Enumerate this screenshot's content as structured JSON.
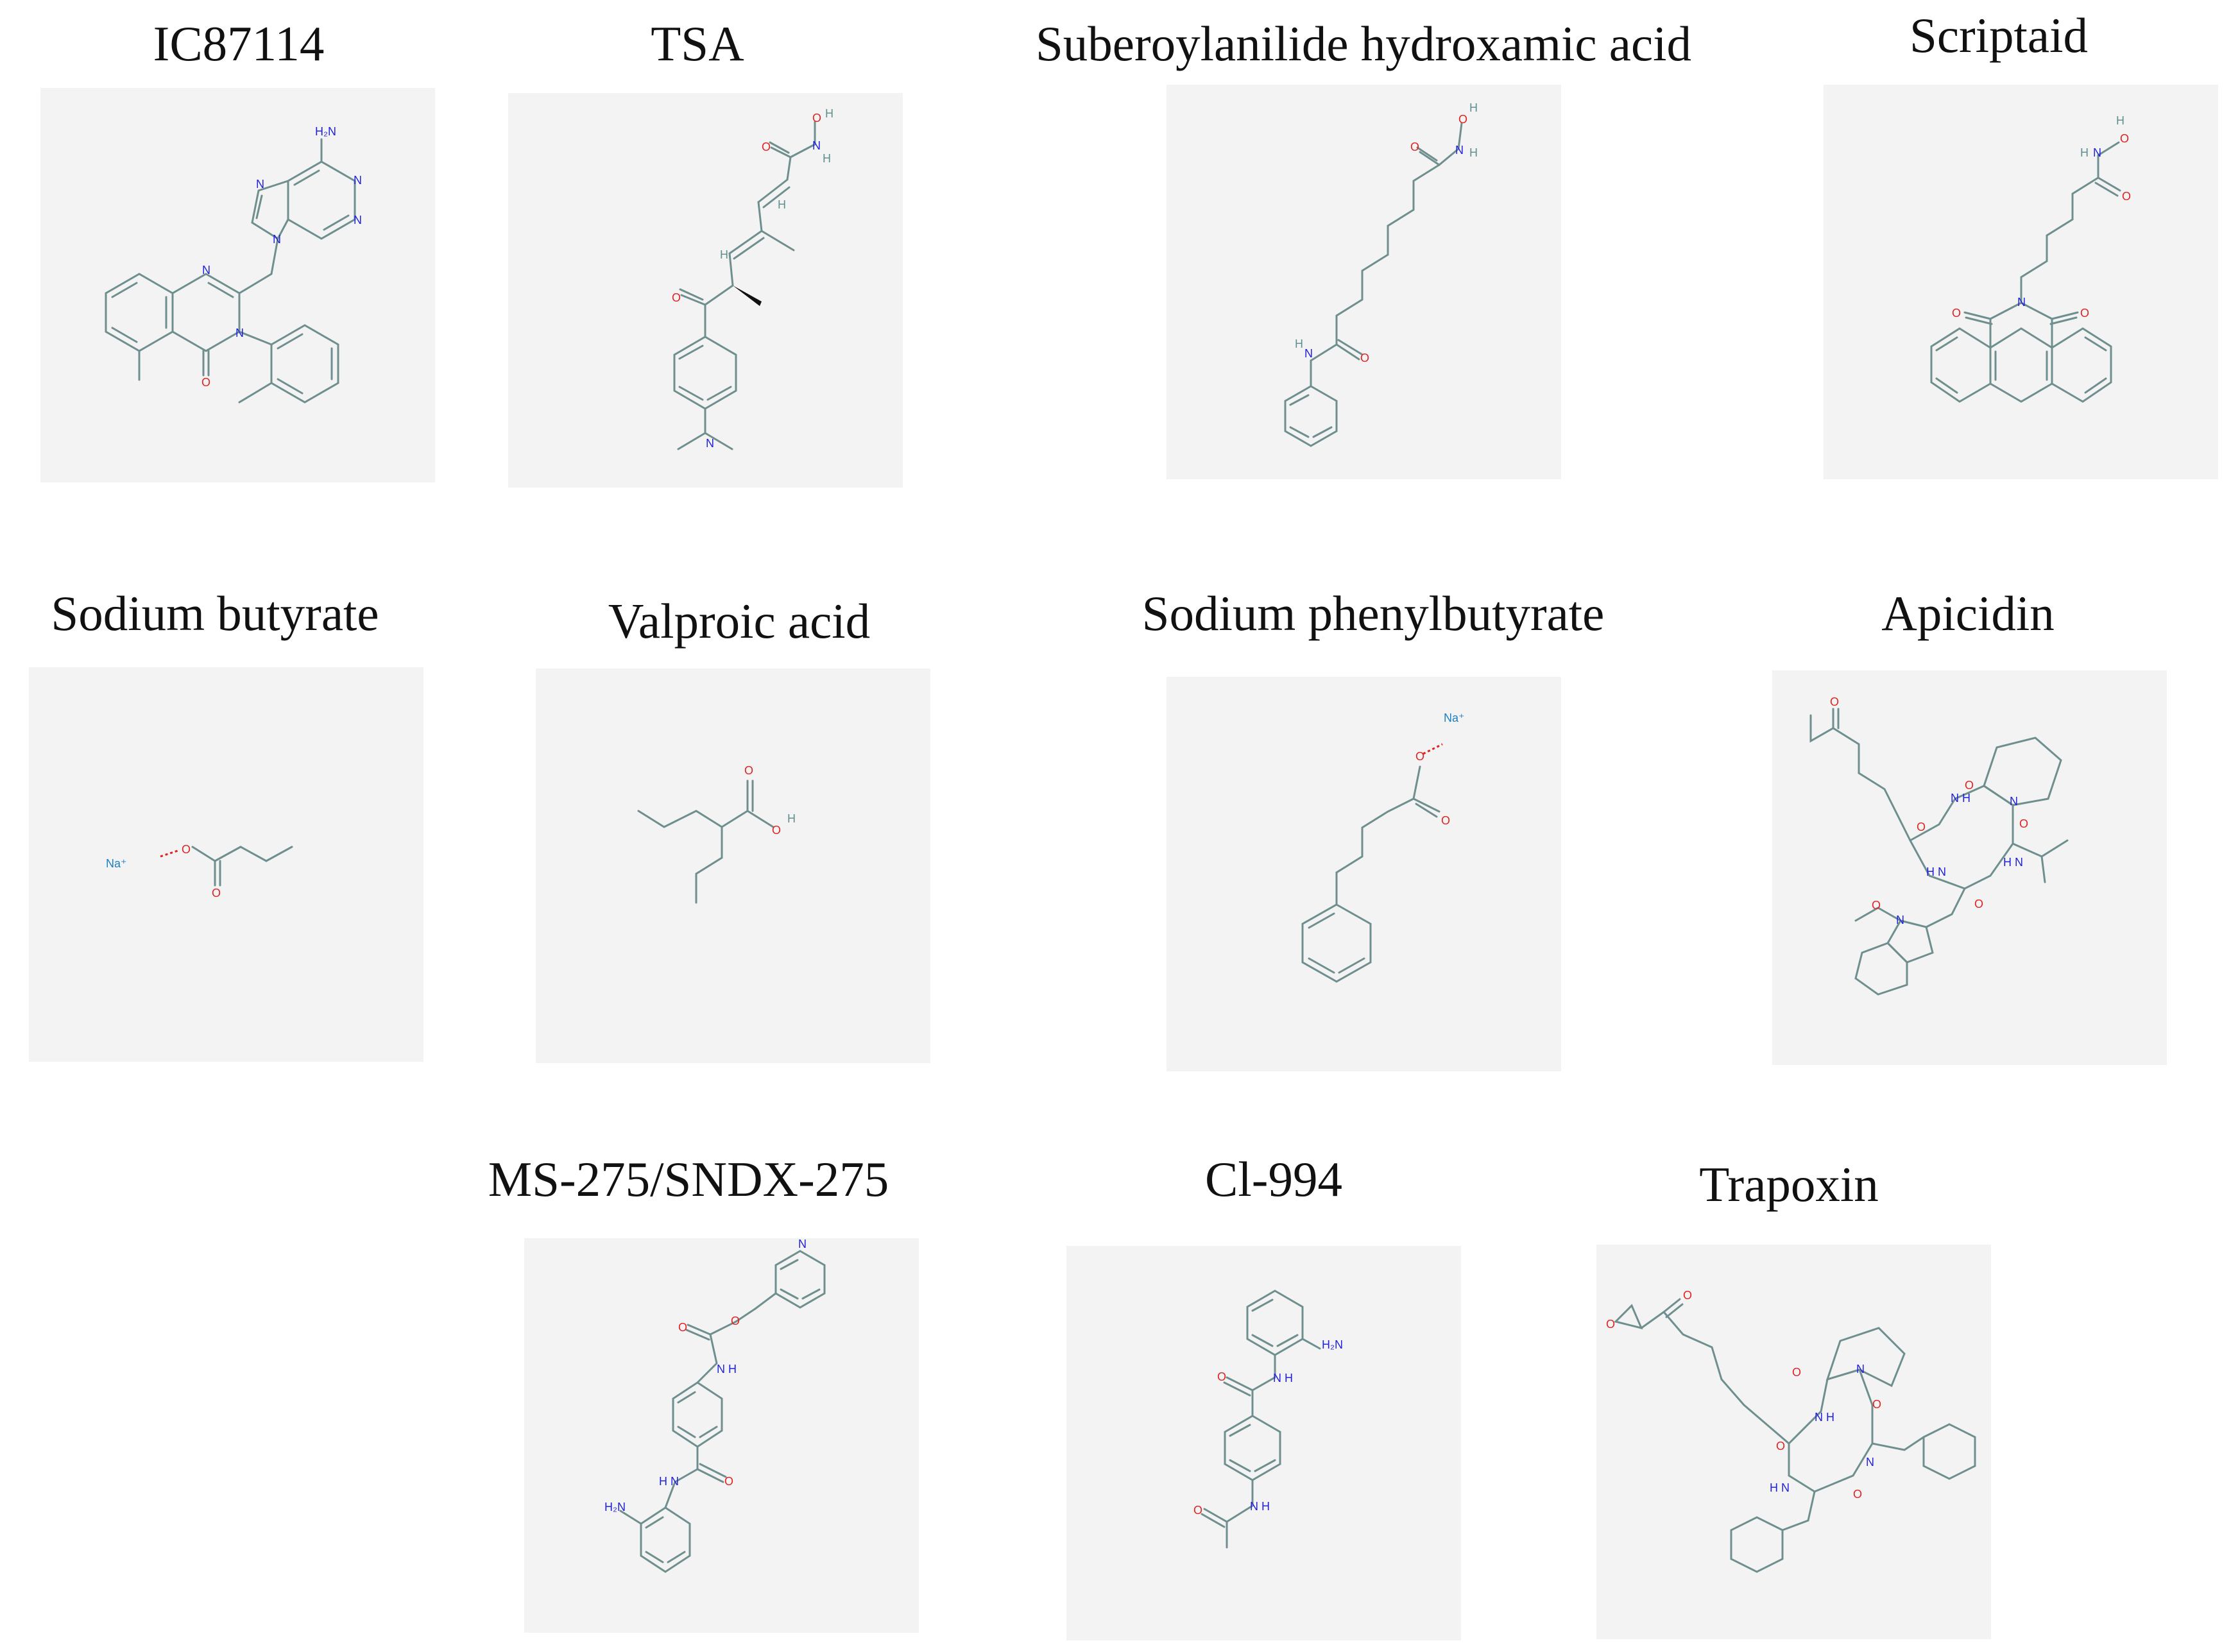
{
  "compounds": [
    {
      "name": "IC87114"
    },
    {
      "name": "TSA"
    },
    {
      "name": "Suberoylanilide hydroxamic acid"
    },
    {
      "name": "Scriptaid"
    },
    {
      "name": "Sodium butyrate"
    },
    {
      "name": "Valproic acid"
    },
    {
      "name": "Sodium phenylbutyrate"
    },
    {
      "name": "Apicidin"
    },
    {
      "name": "MS-275/SNDX-275"
    },
    {
      "name": "Cl-994"
    },
    {
      "name": "Trapoxin"
    }
  ],
  "atom_labels": {
    "N": "N",
    "O": "O",
    "H": "H",
    "NH2": "H₂N",
    "Na": "Na⁺",
    "HN": "H N",
    "NH": "N H",
    "OH": "O H"
  },
  "colors": {
    "panel_bg": "#f3f3f3",
    "bond": "#6f8f8f",
    "nitrogen": "#2222dd",
    "oxygen": "#e02222",
    "sodium": "#1d7fc0"
  }
}
